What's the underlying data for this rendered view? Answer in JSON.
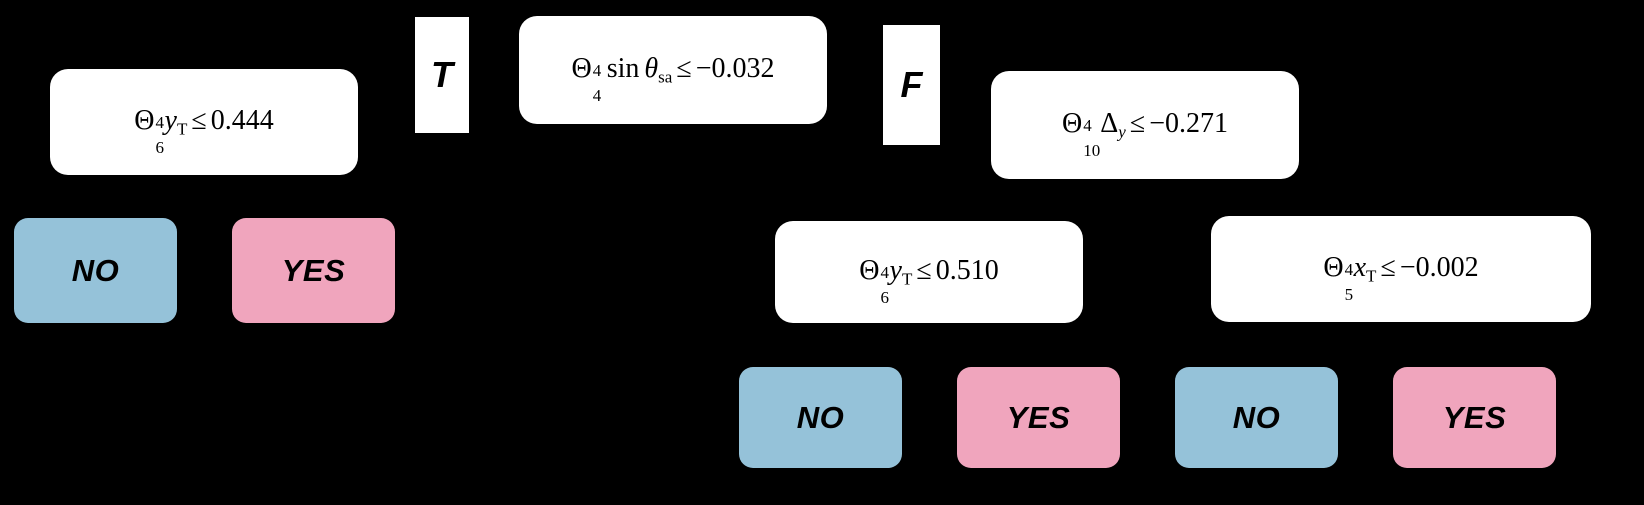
{
  "diagram": {
    "kind": "decision-tree",
    "background_color": "#000000",
    "palette": {
      "rule_node_fill": "#FFFFFF",
      "leaf_no_fill": "#95C2D9",
      "leaf_yes_fill": "#F0A5BD",
      "text_color": "#000000",
      "edge_label_fill": "#FFFFFF"
    },
    "rule_nodes": [
      {
        "id": "rule-y6-0444",
        "text": "Θ⁶₄ y_T ≤ 0.444",
        "theta_sup": "4",
        "theta_sub": "6",
        "variable": "y",
        "var_sub": "T",
        "relation": "≤",
        "threshold": "0.444"
      },
      {
        "id": "rule-sin-theta-sa",
        "text": "Θ⁴₄ sin θ_sa ≤ −0.032",
        "theta_sup": "4",
        "theta_sub": "4",
        "function": "sin",
        "variable": "θ",
        "var_sub": "sa",
        "relation": "≤",
        "threshold": "−0.032"
      },
      {
        "id": "rule-delta-y",
        "text": "Θ⁴₁₀ Δ_y ≤ −0.271",
        "theta_sup": "4",
        "theta_sub": "10",
        "variable": "Δ",
        "var_sub": "y",
        "relation": "≤",
        "threshold": "−0.271"
      },
      {
        "id": "rule-y6-0510",
        "text": "Θ⁴₆ y_T ≤ 0.510",
        "theta_sup": "4",
        "theta_sub": "6",
        "variable": "y",
        "var_sub": "T",
        "relation": "≤",
        "threshold": "0.510"
      },
      {
        "id": "rule-x5-0002",
        "text": "Θ⁴₅ x_T ≤ −0.002",
        "theta_sup": "4",
        "theta_sub": "5",
        "variable": "x",
        "var_sub": "T",
        "relation": "≤",
        "threshold": "−0.002"
      }
    ],
    "edge_labels": [
      {
        "id": "edge-true",
        "label": "T"
      },
      {
        "id": "edge-false",
        "label": "F"
      }
    ],
    "leaf_nodes": [
      {
        "id": "leaf-1",
        "label": "NO",
        "class": "no"
      },
      {
        "id": "leaf-2",
        "label": "YES",
        "class": "yes"
      },
      {
        "id": "leaf-3",
        "label": "NO",
        "class": "no"
      },
      {
        "id": "leaf-4",
        "label": "YES",
        "class": "yes"
      },
      {
        "id": "leaf-5",
        "label": "NO",
        "class": "no"
      },
      {
        "id": "leaf-6",
        "label": "YES",
        "class": "yes"
      }
    ],
    "glyphs": {
      "theta_cap": "Θ",
      "theta_low": "θ",
      "delta_cap": "Δ",
      "leq": "≤",
      "minus": "−",
      "sin": "sin"
    },
    "numbers": {
      "sup_4": "4",
      "sub_6": "6",
      "sub_4": "4",
      "sub_10": "10",
      "sub_5": "5",
      "t_0444": "0.444",
      "t_m0032": "−0.032",
      "t_m0271": "−0.271",
      "t_0510": "0.510",
      "t_m0002": "−0.002"
    },
    "subscripts": {
      "T": "T",
      "sa": "sa",
      "y": "y"
    }
  }
}
